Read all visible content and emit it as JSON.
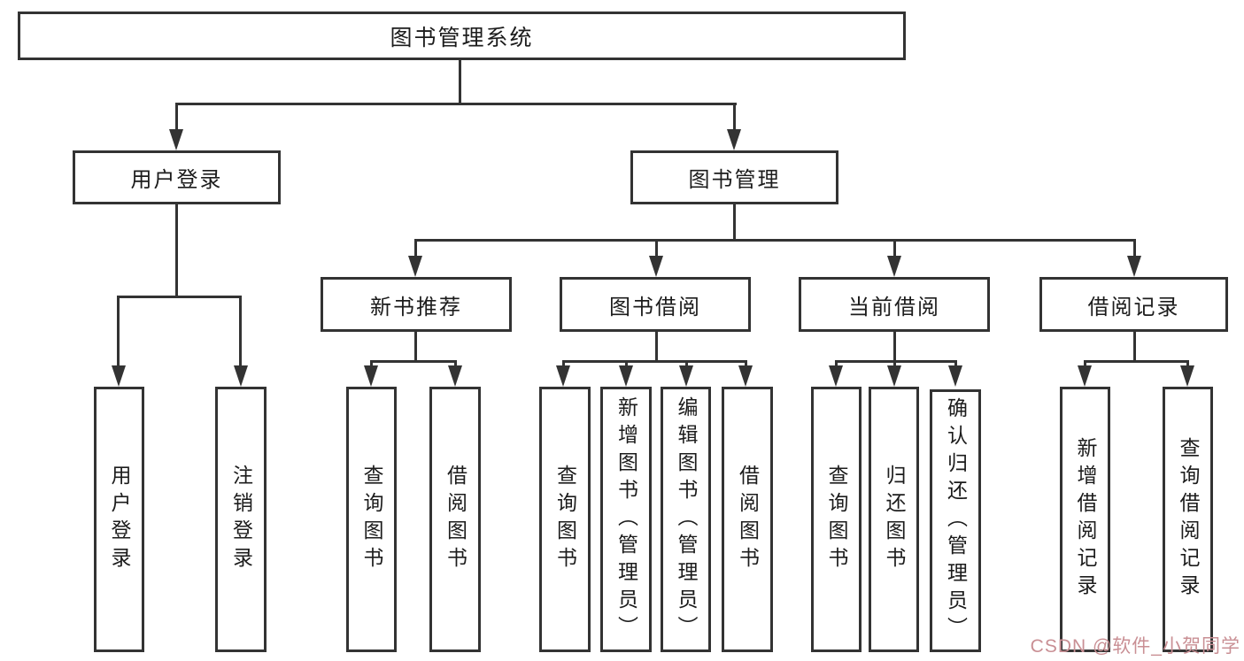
{
  "tree": {
    "root": {
      "label": "图书管理系统",
      "children": [
        {
          "label": "用户登录",
          "children": [
            {
              "label": "用户登录"
            },
            {
              "label": "注销登录"
            }
          ]
        },
        {
          "label": "图书管理",
          "children": [
            {
              "label": "新书推荐",
              "children": [
                {
                  "label": "查询图书"
                },
                {
                  "label": "借阅图书"
                }
              ]
            },
            {
              "label": "图书借阅",
              "children": [
                {
                  "label": "查询图书"
                },
                {
                  "label": "新增图书（管理员）"
                },
                {
                  "label": "编辑图书（管理员）"
                },
                {
                  "label": "借阅图书"
                }
              ]
            },
            {
              "label": "当前借阅",
              "children": [
                {
                  "label": "查询图书"
                },
                {
                  "label": "归还图书"
                },
                {
                  "label": "确认归还（管理员）"
                }
              ]
            },
            {
              "label": "借阅记录",
              "children": [
                {
                  "label": "新增借阅记录"
                },
                {
                  "label": "查询借阅记录"
                }
              ]
            }
          ]
        }
      ]
    }
  },
  "watermark": {
    "text": "CSDN @软件_小贺同学"
  },
  "colors": {
    "line": "#333333",
    "box_background": "#ffffff",
    "text": "#1c1c1c",
    "watermark": "#c98f94"
  }
}
